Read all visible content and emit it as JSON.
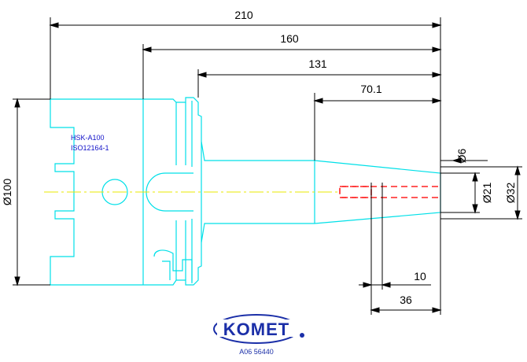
{
  "dimensions": {
    "overall_length": "210",
    "length_160": "160",
    "length_131": "131",
    "length_70_1": "70.1",
    "bore_depth": "10",
    "bore_length": "36",
    "flange_diameter": "Ø100",
    "dia_6": "Ø6",
    "dia_21": "Ø21",
    "dia_32": "Ø32"
  },
  "notes": {
    "interface": "HSK-A100",
    "standard": "ISO12164-1"
  },
  "brand": {
    "name": "KOMET",
    "part_number": "A06 56440"
  },
  "colors": {
    "outline": "#00e0e8",
    "centerline": "#e8e800",
    "hidden_bore": "#ff2020",
    "dimension": "#000000",
    "brand": "#1b2fa8"
  }
}
